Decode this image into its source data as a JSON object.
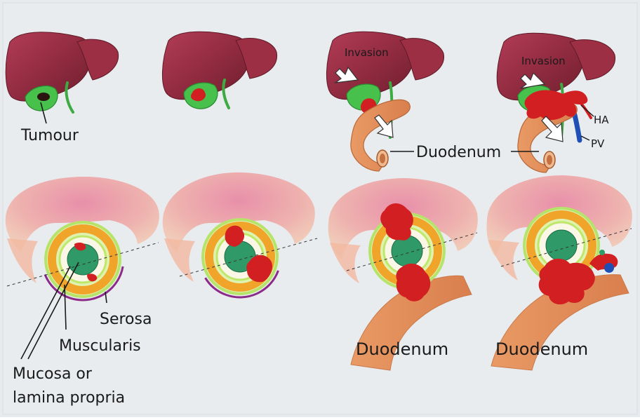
{
  "labels": {
    "tumour": "Tumour",
    "invasion_1": "Invasion",
    "invasion_2": "Invasion",
    "duodenum_top": "Duodenum",
    "ha": "HA",
    "pv": "PV",
    "serosa": "Serosa",
    "muscularis": "Muscularis",
    "mucosa_line1": "Mucosa or",
    "mucosa_line2": "lamina propria",
    "duodenum_bottom_1": "Duodenum",
    "duodenum_bottom_2": "Duodenum"
  },
  "colors": {
    "paper": "#e9ecef",
    "liver": "#9e2f45",
    "gallbladder": "#45c24a",
    "tumour": "#d11f22",
    "duodenum": "#e3905a",
    "muscularis": "#f1a42a",
    "serosa": "#8c2a8a",
    "mucosa": "#2f9a68",
    "hepatic_artery": "#d11f22",
    "portal_vein": "#1f4fb5"
  },
  "panels": {
    "top": [
      "stage-1-liver",
      "stage-2-liver",
      "stage-3-liver",
      "stage-4-liver"
    ],
    "bottom": [
      "stage-1-cross-section",
      "stage-2-cross-section",
      "stage-3-cross-section",
      "stage-4-cross-section"
    ]
  }
}
